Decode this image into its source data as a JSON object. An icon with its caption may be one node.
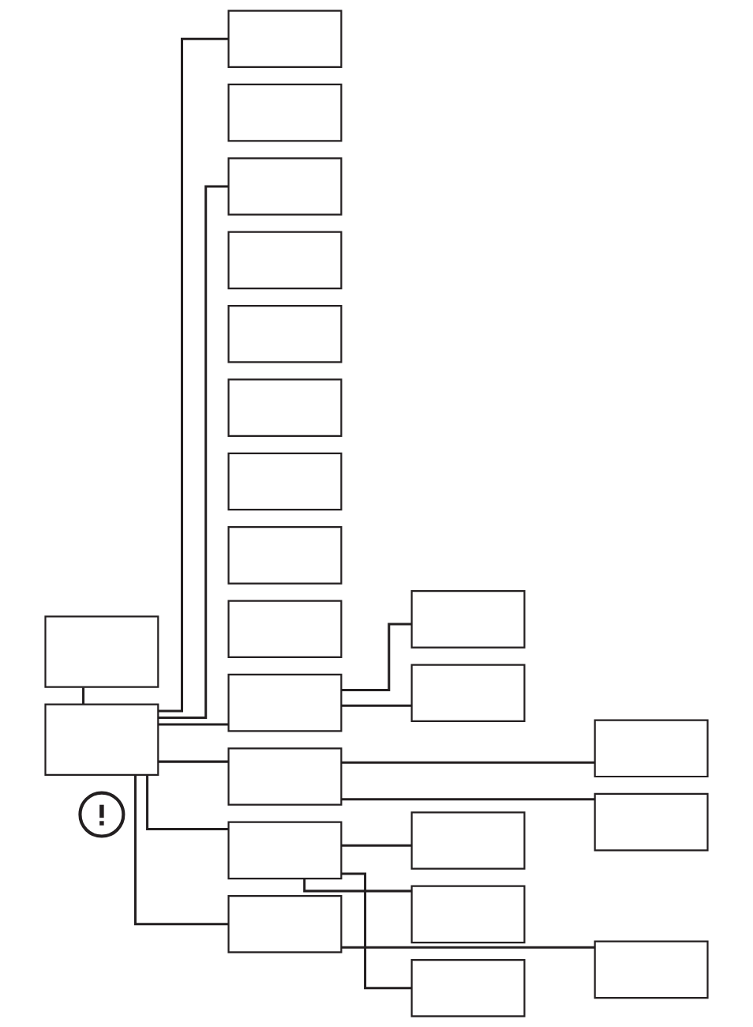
{
  "diagram": {
    "nodes": [
      {
        "text": [],
        "shape": "box"
      },
      {
        "text": [],
        "shape": "box"
      },
      {
        "text": [],
        "shape": "box"
      },
      {
        "text": [],
        "shape": "box"
      },
      {
        "text": [],
        "shape": "box"
      },
      {
        "text": [],
        "shape": "box"
      },
      {
        "text": [],
        "shape": "box"
      },
      {
        "text": [],
        "shape": "box"
      },
      {
        "text": [],
        "shape": "box"
      },
      {
        "text": [],
        "shape": "box"
      },
      {
        "text": [],
        "shape": "box"
      },
      {
        "text": [],
        "shape": "box"
      },
      {
        "text": [],
        "shape": "box"
      },
      {
        "text": [],
        "shape": "box"
      },
      {
        "text": [],
        "shape": "box"
      },
      {
        "text": [],
        "shape": "box"
      },
      {
        "text": [],
        "shape": "box"
      },
      {
        "text": [],
        "shape": "box"
      },
      {
        "text": [],
        "shape": "box"
      },
      {
        "text": [],
        "shape": "box"
      },
      {
        "text": [],
        "shape": "box"
      },
      {
        "text": [],
        "shape": "box"
      },
      {
        "text": [],
        "shape": "box"
      },
      {
        "text": [],
        "shape": "picture"
      }
    ],
    "edges": [
      {
        "from": 0,
        "to": 1,
        "arrow": "none"
      },
      {
        "from": 1,
        "to": 2,
        "arrow": "none"
      },
      {
        "from": 1,
        "to": 4,
        "arrow": "none"
      },
      {
        "from": 1,
        "to": 11,
        "arrow": "none"
      },
      {
        "from": 1,
        "to": 14,
        "arrow": "none"
      },
      {
        "from": 1,
        "to": 17,
        "arrow": "none"
      },
      {
        "from": 1,
        "to": 21,
        "arrow": "none"
      },
      {
        "from": 11,
        "to": 12,
        "arrow": "none"
      },
      {
        "from": 11,
        "to": 13,
        "arrow": "none"
      },
      {
        "from": 14,
        "to": 15,
        "arrow": "none"
      },
      {
        "from": 14,
        "to": 16,
        "arrow": "none"
      },
      {
        "from": 17,
        "to": 18,
        "arrow": "none"
      },
      {
        "from": 17,
        "to": 19,
        "arrow": "none"
      },
      {
        "from": 17,
        "to": 20,
        "arrow": "none"
      },
      {
        "from": 21,
        "to": 22,
        "arrow": "none"
      }
    ]
  }
}
